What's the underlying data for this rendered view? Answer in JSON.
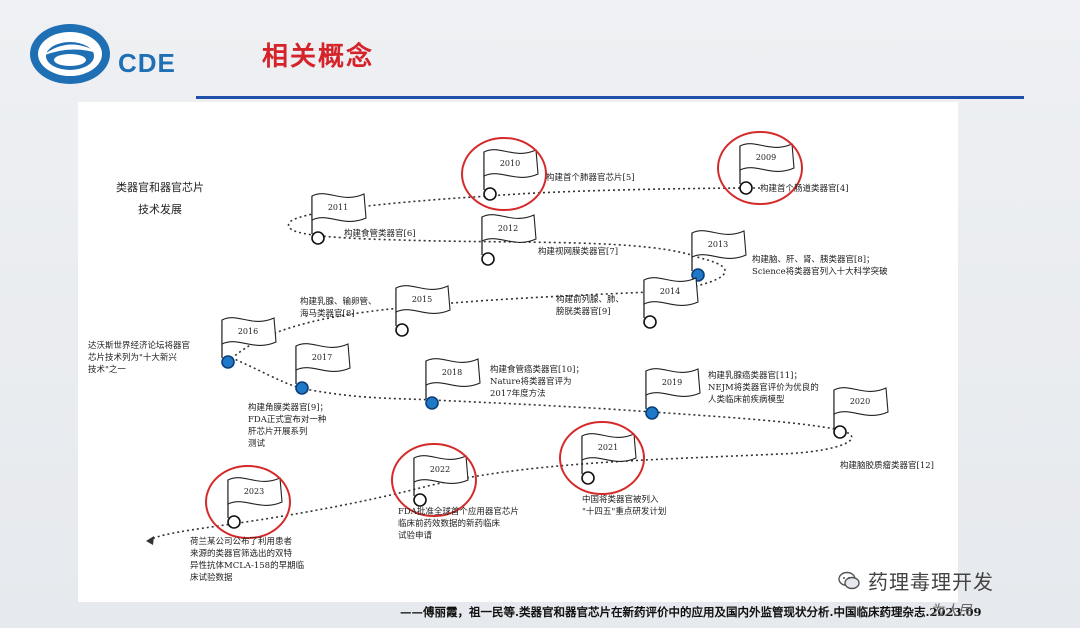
{
  "header": {
    "logo_text": "CDE",
    "title": "相关概念"
  },
  "diagram": {
    "heading": [
      "类器官和器官芯片",
      "技术发展"
    ],
    "milestones": [
      {
        "year": "2009",
        "desc": [
          "构建首个肠道类器官[4]"
        ],
        "marker": "open",
        "highlighted": true
      },
      {
        "year": "2010",
        "desc": [
          "构建首个肺器官芯片[5]"
        ],
        "marker": "open",
        "highlighted": true
      },
      {
        "year": "2011",
        "desc": [
          "构建食管类器官[6]"
        ],
        "marker": "open",
        "highlighted": false
      },
      {
        "year": "2012",
        "desc": [
          "构建视网膜类器官[7]"
        ],
        "marker": "open",
        "highlighted": false
      },
      {
        "year": "2013",
        "desc": [
          "构建脑、肝、肾、胰类器官[8]；",
          "Science将类器官列入十大科学突破"
        ],
        "marker": "filled",
        "highlighted": false
      },
      {
        "year": "2014",
        "desc": [
          "构建前列腺、肺、",
          "膀胱类器官[9]"
        ],
        "marker": "open",
        "highlighted": false
      },
      {
        "year": "2015",
        "desc": [
          "构建乳腺、输卵管、",
          "海马类器官[8]"
        ],
        "marker": "open",
        "highlighted": false
      },
      {
        "year": "2016",
        "desc": [
          "达沃斯世界经济论坛将器官",
          "芯片技术列为\"十大新兴",
          "技术\"之一"
        ],
        "marker": "filled",
        "highlighted": false
      },
      {
        "year": "2017",
        "desc": [
          "构建角膜类器官[9]；",
          "FDA正式宣布对一种",
          "肝芯片开展系列",
          "测试"
        ],
        "marker": "filled",
        "highlighted": false
      },
      {
        "year": "2018",
        "desc": [
          "构建食管癌类器官[10]；",
          "Nature将类器官评为",
          "2017年度方法"
        ],
        "marker": "filled",
        "highlighted": false
      },
      {
        "year": "2019",
        "desc": [
          "构建乳腺癌类器官[11]；",
          "NEJM将类器官评价为优良的",
          "人类临床前疾病模型"
        ],
        "marker": "filled",
        "highlighted": false
      },
      {
        "year": "2020",
        "desc": [
          "构建脑胶质瘤类器官[12]"
        ],
        "marker": "open",
        "highlighted": false
      },
      {
        "year": "2021",
        "desc": [
          "中国将类器官被列入",
          "\"十四五\"重点研发计划"
        ],
        "marker": "open",
        "highlighted": true
      },
      {
        "year": "2022",
        "desc": [
          "FDA批准全球首个应用器官芯片",
          "临床前药效数据的新药临床",
          "试验申请"
        ],
        "marker": "open",
        "highlighted": true
      },
      {
        "year": "2023",
        "desc": [
          "荷兰某公司公布了利用患者",
          "来源的类器官筛选出的双特",
          "异性抗体MCLA-158的早期临",
          "床试验数据"
        ],
        "marker": "open",
        "highlighted": true
      }
    ]
  },
  "citation": "——傅丽霞，祖一民等.类器官和器官芯片在新药评价中的应用及国内外监管现状分析.中国临床药理杂志.2023.09",
  "watermark": {
    "text": "药理毒理开发",
    "signature": "为人民"
  }
}
